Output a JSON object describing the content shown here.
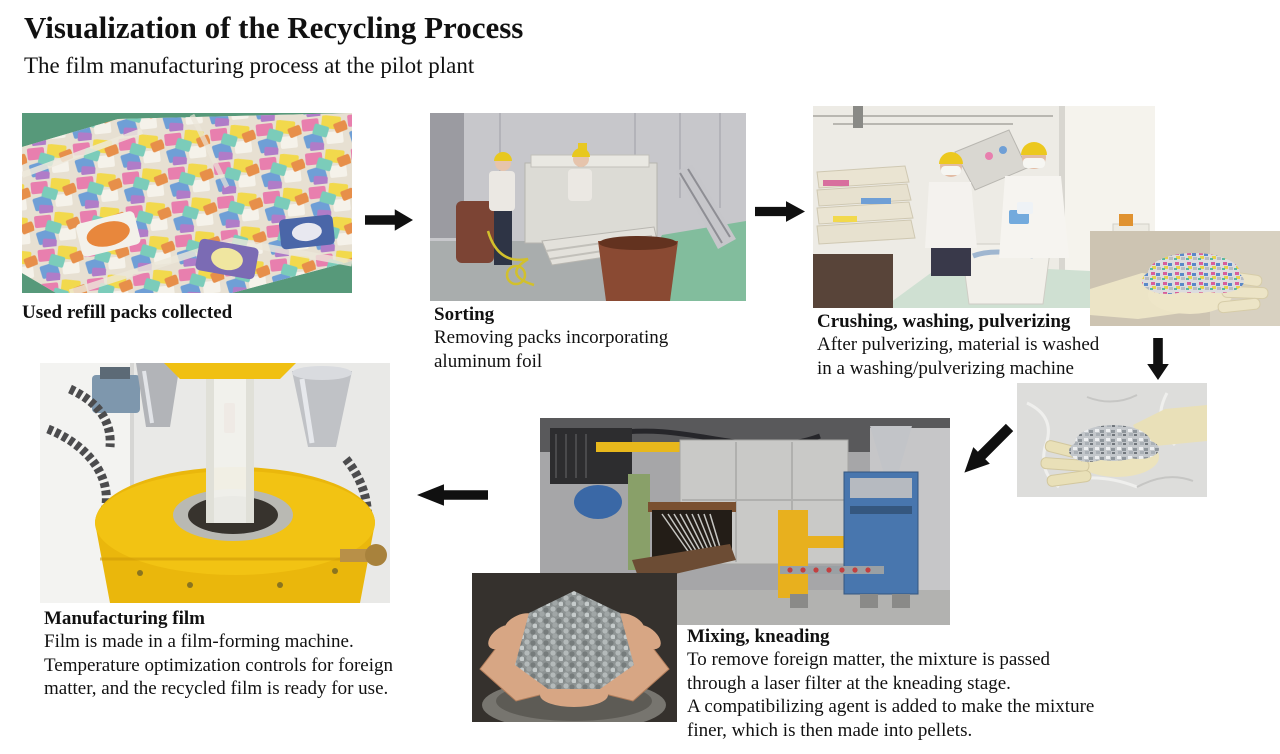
{
  "header": {
    "title": "Visualization of the Recycling Process",
    "subtitle": "The film manufacturing process at the pilot plant"
  },
  "steps": [
    {
      "id": "collect",
      "title": "Used refill packs collected",
      "lines": []
    },
    {
      "id": "sorting",
      "title": "Sorting",
      "lines": [
        "Removing packs incorporating",
        "aluminum foil"
      ]
    },
    {
      "id": "crushing",
      "title": "Crushing, washing, pulverizing",
      "lines": [
        "After pulverizing, material is washed",
        "in a washing/pulverizing machine"
      ]
    },
    {
      "id": "mixing",
      "title": "Mixing, kneading",
      "lines": [
        "To remove foreign matter, the mixture is passed",
        "through a laser filter at the kneading stage.",
        "A compatibilizing agent is added to make the mixture",
        "finer, which is then made into pellets."
      ]
    },
    {
      "id": "film",
      "title": "Manufacturing film",
      "lines": [
        "Film is made in a film-forming machine.",
        "Temperature optimization controls for foreign",
        "matter, and the recycled film is ready for use."
      ]
    }
  ],
  "photos": {
    "collect": "used-refill-packs-pile-photo",
    "sorting": "sorting-machine-with-workers-photo",
    "crushing": "workers-crushing-washing-photo",
    "crushed_flakes": "glove-holding-crushed-flakes-photo",
    "washed_flakes": "glove-holding-washed-material-photo",
    "mixing": "mixing-kneading-extruder-machine-photo",
    "pellets": "hands-holding-recycled-pellets-photo",
    "film": "film-forming-machine-photo"
  },
  "colors": {
    "background": "#ffffff",
    "text": "#111111",
    "arrow": "#101010"
  }
}
